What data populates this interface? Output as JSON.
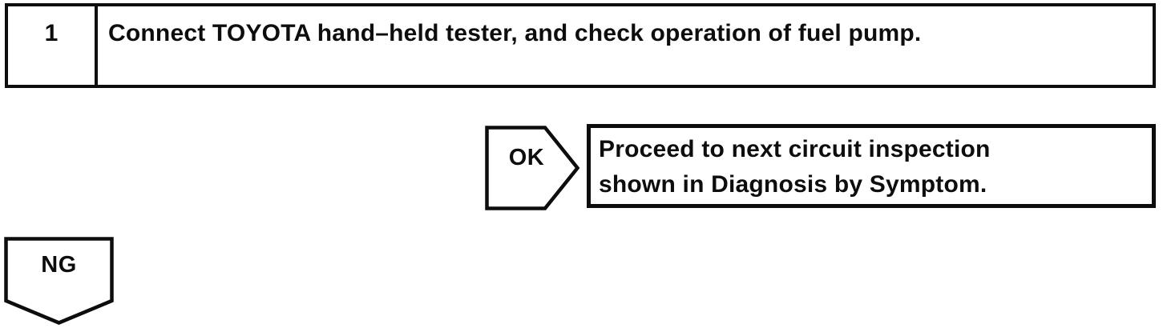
{
  "flowchart": {
    "step": {
      "number": "1",
      "instruction": "Connect TOYOTA hand–held tester, and check operation of fuel pump."
    },
    "ok_branch": {
      "label": "OK",
      "result_line1": "Proceed to next circuit inspection",
      "result_line2": "shown in Diagnosis by Symptom."
    },
    "ng_branch": {
      "label": "NG"
    }
  },
  "colors": {
    "ink": "#0d0d0d",
    "paper": "#ffffff"
  }
}
